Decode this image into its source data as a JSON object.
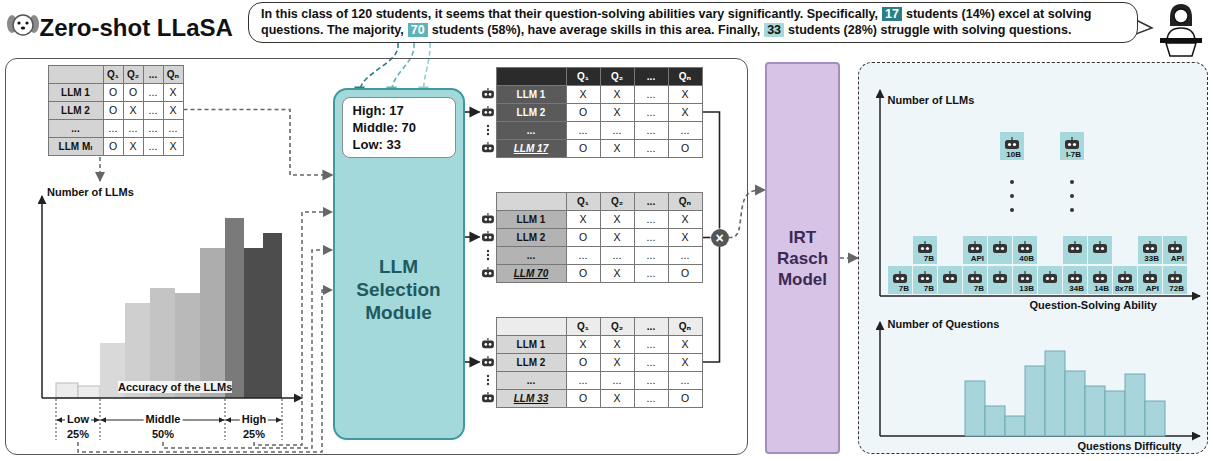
{
  "diagram": {
    "nodes": [
      {
        "text": [
          "In this class of 120 students, it seems that their question-solving abilities vary significantly. Specifically,",
          "17",
          "students (14%) excel at solving questions. The majority,",
          "70",
          "students (58%), have average skills in this area. Finally,",
          "33",
          "students (28%) struggle with solving questions."
        ]
      },
      {
        "text": [
          "Zero-shot LLaSA"
        ]
      },
      {
        "text": [
          "Q₁",
          "Q₂",
          "...",
          "Qₙ",
          "LLM 1",
          "O",
          "O",
          "...",
          "X",
          "LLM 2",
          "O",
          "X",
          "...",
          "X",
          "...",
          "...",
          "...",
          "...",
          "...",
          "LLM Mₗ",
          "O",
          "X",
          "...",
          "X"
        ],
        "in": 1
      },
      {
        "text": [
          "LLM Selection Module"
        ],
        "in": 1
      },
      {
        "text": [
          "High: 17",
          "Middle: 70",
          "Low: 33"
        ],
        "in": 3
      },
      {
        "text": [
          "Q₁",
          "Q₂",
          "...",
          "Qₙ",
          "LLM 1",
          "X",
          "X",
          "...",
          "X",
          "LLM 2",
          "O",
          "X",
          "...",
          "X",
          "...",
          "...",
          "...",
          "...",
          "...",
          "LLM 17",
          "O",
          "X",
          "...",
          "O"
        ],
        "in": 1
      },
      {
        "text": [
          "Q₁",
          "Q₂",
          "...",
          "Qₙ",
          "LLM 1",
          "X",
          "X",
          "...",
          "X",
          "LLM 2",
          "O",
          "X",
          "...",
          "X",
          "...",
          "...",
          "...",
          "...",
          "...",
          "LLM 70",
          "O",
          "X",
          "...",
          "O"
        ],
        "in": 1
      },
      {
        "text": [
          "Q₁",
          "Q₂",
          "...",
          "Qₙ",
          "LLM 1",
          "X",
          "X",
          "...",
          "X",
          "LLM 2",
          "O",
          "X",
          "...",
          "X",
          "...",
          "...",
          "...",
          "...",
          "...",
          "LLM 33",
          "O",
          "X",
          "...",
          "O"
        ],
        "in": 1
      },
      {
        "text": [
          "×"
        ],
        "in": 1
      },
      {
        "text": [
          "IRT Rasch Model"
        ]
      },
      {
        "text": [
          "Number of LLMs",
          "Question-Solving Ability",
          "Number of Questions",
          "Questions Difficulty"
        ]
      }
    ],
    "edges": [
      {
        "from": 0,
        "to": 4,
        "arrow": "to"
      },
      {
        "from": 0,
        "to": 4,
        "arrow": "to"
      },
      {
        "from": 0,
        "to": 4,
        "arrow": "to"
      },
      {
        "from": 2,
        "to": 3,
        "arrow": "to"
      },
      {
        "from": 3,
        "to": 5,
        "arrow": "to"
      },
      {
        "from": 3,
        "to": 6,
        "arrow": "to"
      },
      {
        "from": 3,
        "to": 7,
        "arrow": "to"
      },
      {
        "from": 5,
        "to": 8,
        "arrow": "none"
      },
      {
        "from": 6,
        "to": 8,
        "arrow": "none"
      },
      {
        "from": 7,
        "to": 8,
        "arrow": "none"
      },
      {
        "from": 8,
        "to": 9,
        "arrow": "to"
      },
      {
        "from": 9,
        "to": 10,
        "arrow": "to"
      }
    ],
    "labels": [
      "Number of LLMs",
      "Accuracy of the LLMs",
      "Low",
      "25%",
      "Middle",
      "50%",
      "High",
      "25%",
      "10B",
      "I-7B",
      "7B",
      "API",
      "40B",
      "33B",
      "API",
      "7B",
      "7B",
      "7B",
      "13B",
      "34B",
      "14B",
      "8x7B",
      "API",
      "72B"
    ]
  }
}
